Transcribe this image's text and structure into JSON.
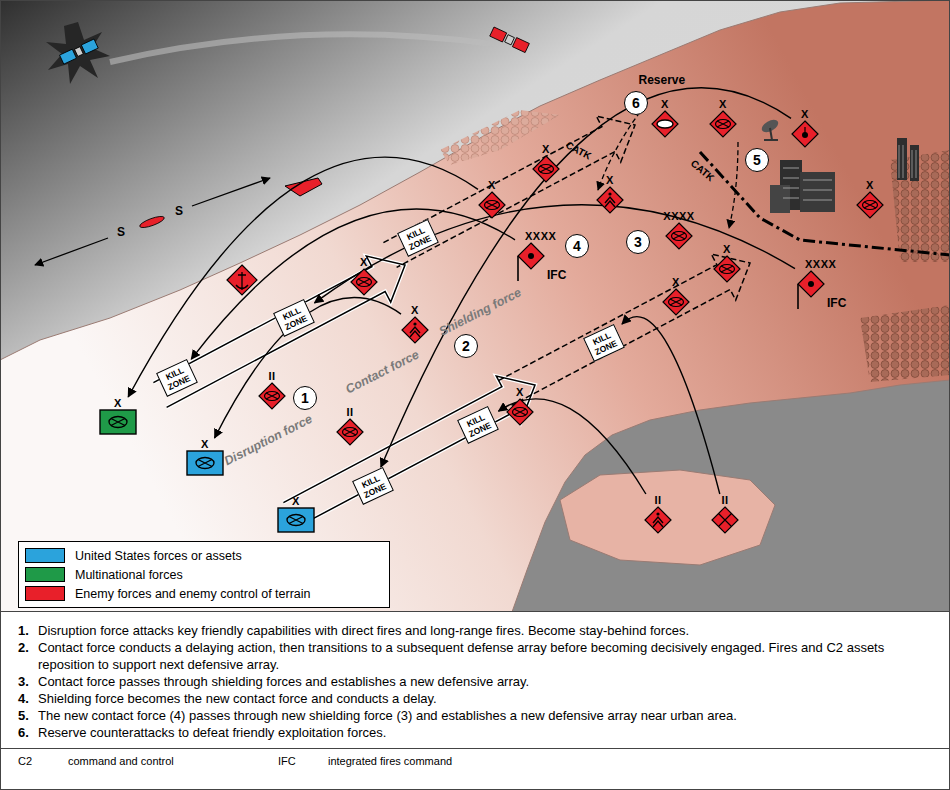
{
  "diagram": {
    "nodes": [
      {
        "text": [
          "X"
        ]
      },
      {
        "text": [
          "X"
        ]
      },
      {
        "text": [
          "X"
        ]
      },
      {
        "text": [
          "II"
        ]
      },
      {
        "text": [
          "II"
        ]
      },
      {
        "text": [
          "X"
        ]
      },
      {
        "text": [
          "X"
        ]
      },
      {
        "text": [
          "X"
        ]
      },
      {
        "text": [
          "X"
        ]
      },
      {
        "text": [
          "X"
        ]
      },
      {
        "text": [
          "X"
        ]
      },
      {
        "text": [
          "XXXX",
          "IFC"
        ]
      },
      {
        "text": [
          "X"
        ]
      },
      {
        "text": [
          "X"
        ]
      },
      {
        "text": [
          "XXXX"
        ]
      },
      {
        "text": [
          "X"
        ]
      },
      {
        "text": [
          "X"
        ]
      },
      {
        "text": [
          "X"
        ]
      },
      {
        "text": [
          "X"
        ]
      },
      {
        "text": [
          "XXXX",
          "IFC"
        ]
      },
      {
        "text": [
          "II"
        ]
      },
      {
        "text": [
          "II"
        ]
      },
      {
        "text": [
          "KILL ZONE"
        ]
      },
      {
        "text": [
          "KILL ZONE"
        ]
      },
      {
        "text": [
          "KILL ZONE"
        ]
      },
      {
        "text": [
          "KILL ZONE"
        ]
      },
      {
        "text": [
          "KILL ZONE"
        ]
      },
      {
        "text": [
          "KILL ZONE"
        ]
      }
    ],
    "edges": [
      {
        "from": 11,
        "to": 22,
        "arrow": "to"
      },
      {
        "from": 19,
        "to": 23,
        "arrow": "to"
      },
      {
        "from": 20,
        "to": 26,
        "arrow": "to"
      },
      {
        "from": 21,
        "to": 27,
        "arrow": "to"
      },
      {
        "from": 8,
        "to": 0,
        "arrow": "to"
      },
      {
        "from": 6,
        "to": 1,
        "arrow": "to"
      },
      {
        "from": 17,
        "to": 25,
        "arrow": "to"
      }
    ],
    "labels": [
      "S",
      "S",
      "Reserve",
      "6",
      "CATK",
      "CATK",
      "5",
      "4",
      "3",
      "2",
      "1",
      "Shielding force",
      "Contact force",
      "Disruption force",
      "1.",
      "Disruption force attacks key friendly capabilities with direct fires and long-range fires. Become stay-behind forces.",
      "2.",
      "Contact force conducts a delaying action, then transitions to a subsequent defense array before becoming decisively engaged. Fires and C2 assets reposition to support next defensive array.",
      "3.",
      "Contact force passes through shielding forces and establishes a new defensive array.",
      "4.",
      "Shielding force becomes the new contact force and conducts a delay.",
      "5.",
      "The new contact force (4) passes through new shielding force (3) and establishes a new defensive array near urban area.",
      "6.",
      "Reserve counterattacks to defeat friendly exploitation forces.",
      "C2",
      "command and control",
      "IFC",
      "integrated fires command"
    ],
    "legend": [
      {
        "text": "United States forces or assets",
        "color": "#2ba3dc"
      },
      {
        "text": "Multinational forces",
        "color": "#1f9a48"
      },
      {
        "text": "Enemy forces and enemy control of terrain",
        "color": "#e8202a"
      }
    ]
  }
}
